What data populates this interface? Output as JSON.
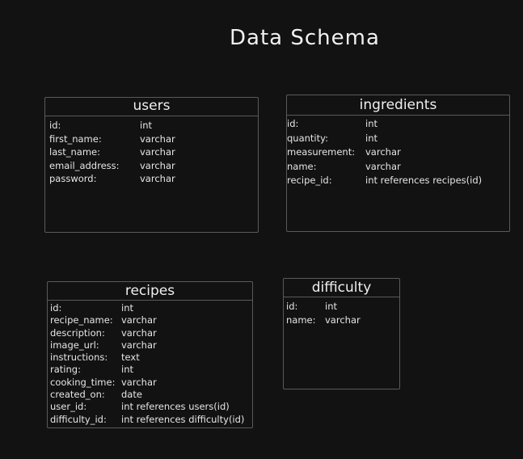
{
  "title": "Data Schema",
  "tables": {
    "users": {
      "name": "users",
      "fields": [
        {
          "name": "id:",
          "type": "int"
        },
        {
          "name": "first_name:",
          "type": "varchar"
        },
        {
          "name": "last_name:",
          "type": "varchar"
        },
        {
          "name": "email_address:",
          "type": "varchar"
        },
        {
          "name": "password:",
          "type": "varchar"
        }
      ]
    },
    "ingredients": {
      "name": "ingredients",
      "fields": [
        {
          "name": "id:",
          "type": "int"
        },
        {
          "name": "quantity:",
          "type": "int"
        },
        {
          "name": "measurement:",
          "type": "varchar"
        },
        {
          "name": "name:",
          "type": "varchar"
        },
        {
          "name": "recipe_id:",
          "type": "int references recipes(id)"
        }
      ]
    },
    "recipes": {
      "name": "recipes",
      "fields": [
        {
          "name": "id:",
          "type": "int"
        },
        {
          "name": "recipe_name:",
          "type": "varchar"
        },
        {
          "name": "description:",
          "type": "varchar"
        },
        {
          "name": "image_url:",
          "type": "varchar"
        },
        {
          "name": "instructions:",
          "type": "text"
        },
        {
          "name": "rating:",
          "type": "int"
        },
        {
          "name": "cooking_time:",
          "type": "varchar"
        },
        {
          "name": "created_on:",
          "type": "date"
        },
        {
          "name": "user_id:",
          "type": "int references users(id)"
        },
        {
          "name": "difficulty_id:",
          "type": "int references difficulty(id)"
        }
      ]
    },
    "difficulty": {
      "name": "difficulty",
      "fields": [
        {
          "name": "id:",
          "type": "int"
        },
        {
          "name": "name:",
          "type": "varchar"
        }
      ]
    }
  }
}
